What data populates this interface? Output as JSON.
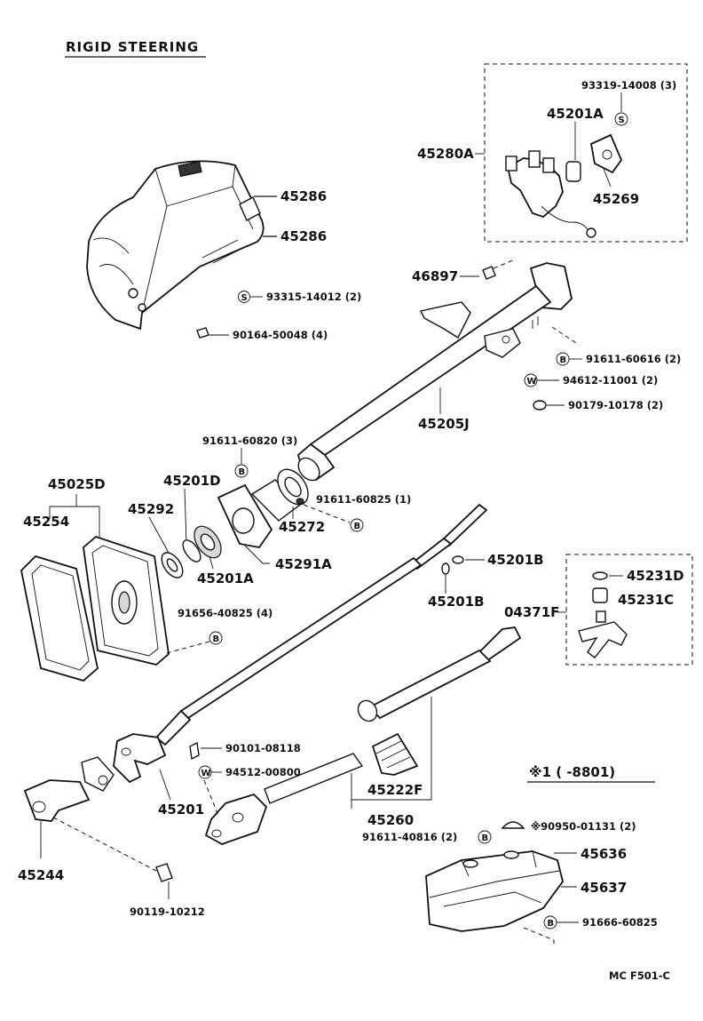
{
  "title": "RIGID STEERING",
  "footer_code": "MC  F501-C",
  "inset_title": "※1 (      -8801)",
  "labels": {
    "l45286a": "45286",
    "l45286b": "45286",
    "l93315": "93315-14012 (2)",
    "l90164": "90164-50048 (4)",
    "l93319": "93319-14008 (3)",
    "l45201A_top": "45201A",
    "l45280A": "45280A",
    "l45269": "45269",
    "l46897": "46897",
    "l91611_60616": "91611-60616 (2)",
    "l94612": "94612-11001 (2)",
    "l90179": "90179-10178 (2)",
    "l45205J": "45205J",
    "l91611_60820": "91611-60820 (3)",
    "l45201D": "45201D",
    "l45025D": "45025D",
    "l45254": "45254",
    "l45292": "45292",
    "l91611_60825": "91611-60825 (1)",
    "l45272": "45272",
    "l45201A_mid": "45201A",
    "l45291A": "45291A",
    "l45201B_a": "45201B",
    "l45201B_b": "45201B",
    "l45231D": "45231D",
    "l45231C": "45231C",
    "l04371F": "04371F",
    "l91656": "91656-40825 (4)",
    "l90101": "90101-08118",
    "l94512": "94512-00800",
    "l45201": "45201",
    "l45222F": "45222F",
    "l45260": "45260",
    "l91611_40816": "91611-40816 (2)",
    "l45244": "45244",
    "l90119": "90119-10212",
    "l90950": "※90950-01131 (2)",
    "l45636": "45636",
    "l45637": "45637",
    "l91666": "91666-60825"
  },
  "callouts": {
    "s1": "S",
    "s2": "S",
    "b1": "B",
    "b2": "B",
    "b3": "B",
    "b4": "B",
    "b5": "B",
    "b6": "B",
    "w1": "W",
    "w2": "W"
  },
  "colors": {
    "ink": "#111111",
    "paper": "#ffffff"
  }
}
